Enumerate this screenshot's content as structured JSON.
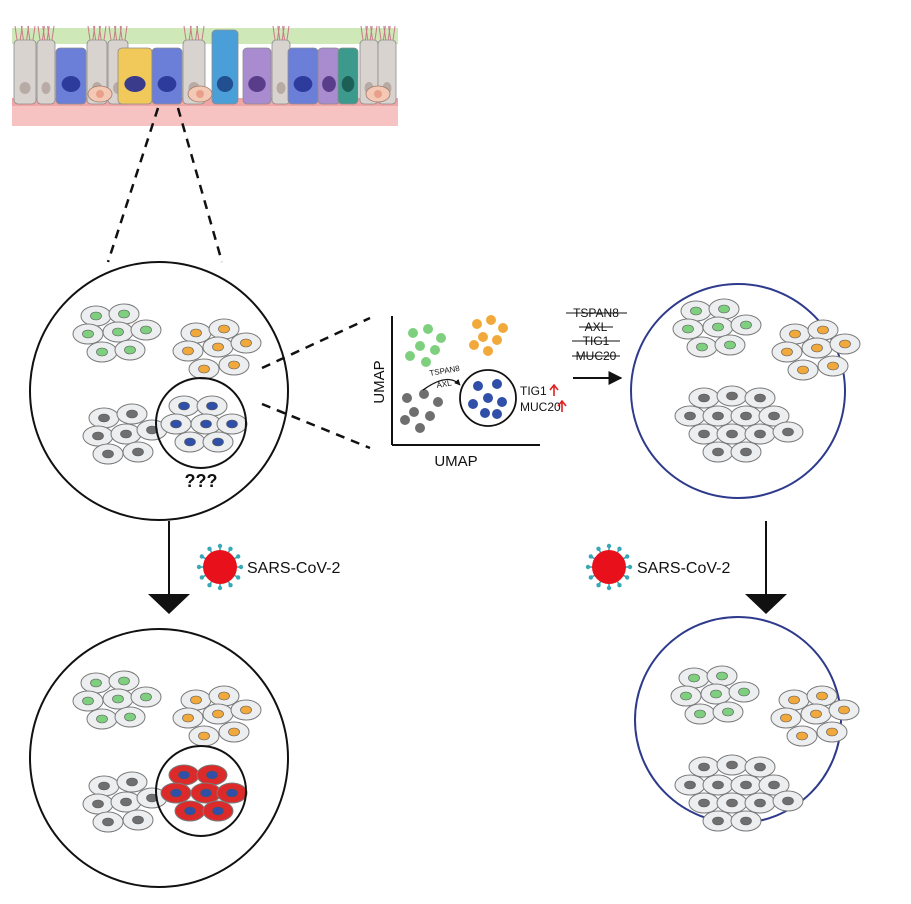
{
  "labels": {
    "unknown": "???",
    "umap_x": "UMAP",
    "umap_y": "UMAP",
    "tspan8_small": "TSPAN8",
    "axl_small": "AXL",
    "tig1_up": "TIG1",
    "muc20_up": "MUC20",
    "virus_left": "SARS-CoV-2",
    "virus_right": "SARS-CoV-2",
    "ko_tspan8": "TSPAN8",
    "ko_axl": "AXL",
    "ko_tig1": "TIG1",
    "ko_muc20": "MUC20"
  },
  "colors": {
    "green_cluster": "#7ed07e",
    "orange_cluster": "#f2a93b",
    "gray_cluster": "#6f6f6f",
    "blue_cluster": "#2f4fa8",
    "infected": "#dc2a2a",
    "virus": "#e8101a",
    "virus_spikes": "#3aa7b5",
    "up_arrow": "#e02020",
    "circle_blue": "#2e3a8c"
  }
}
